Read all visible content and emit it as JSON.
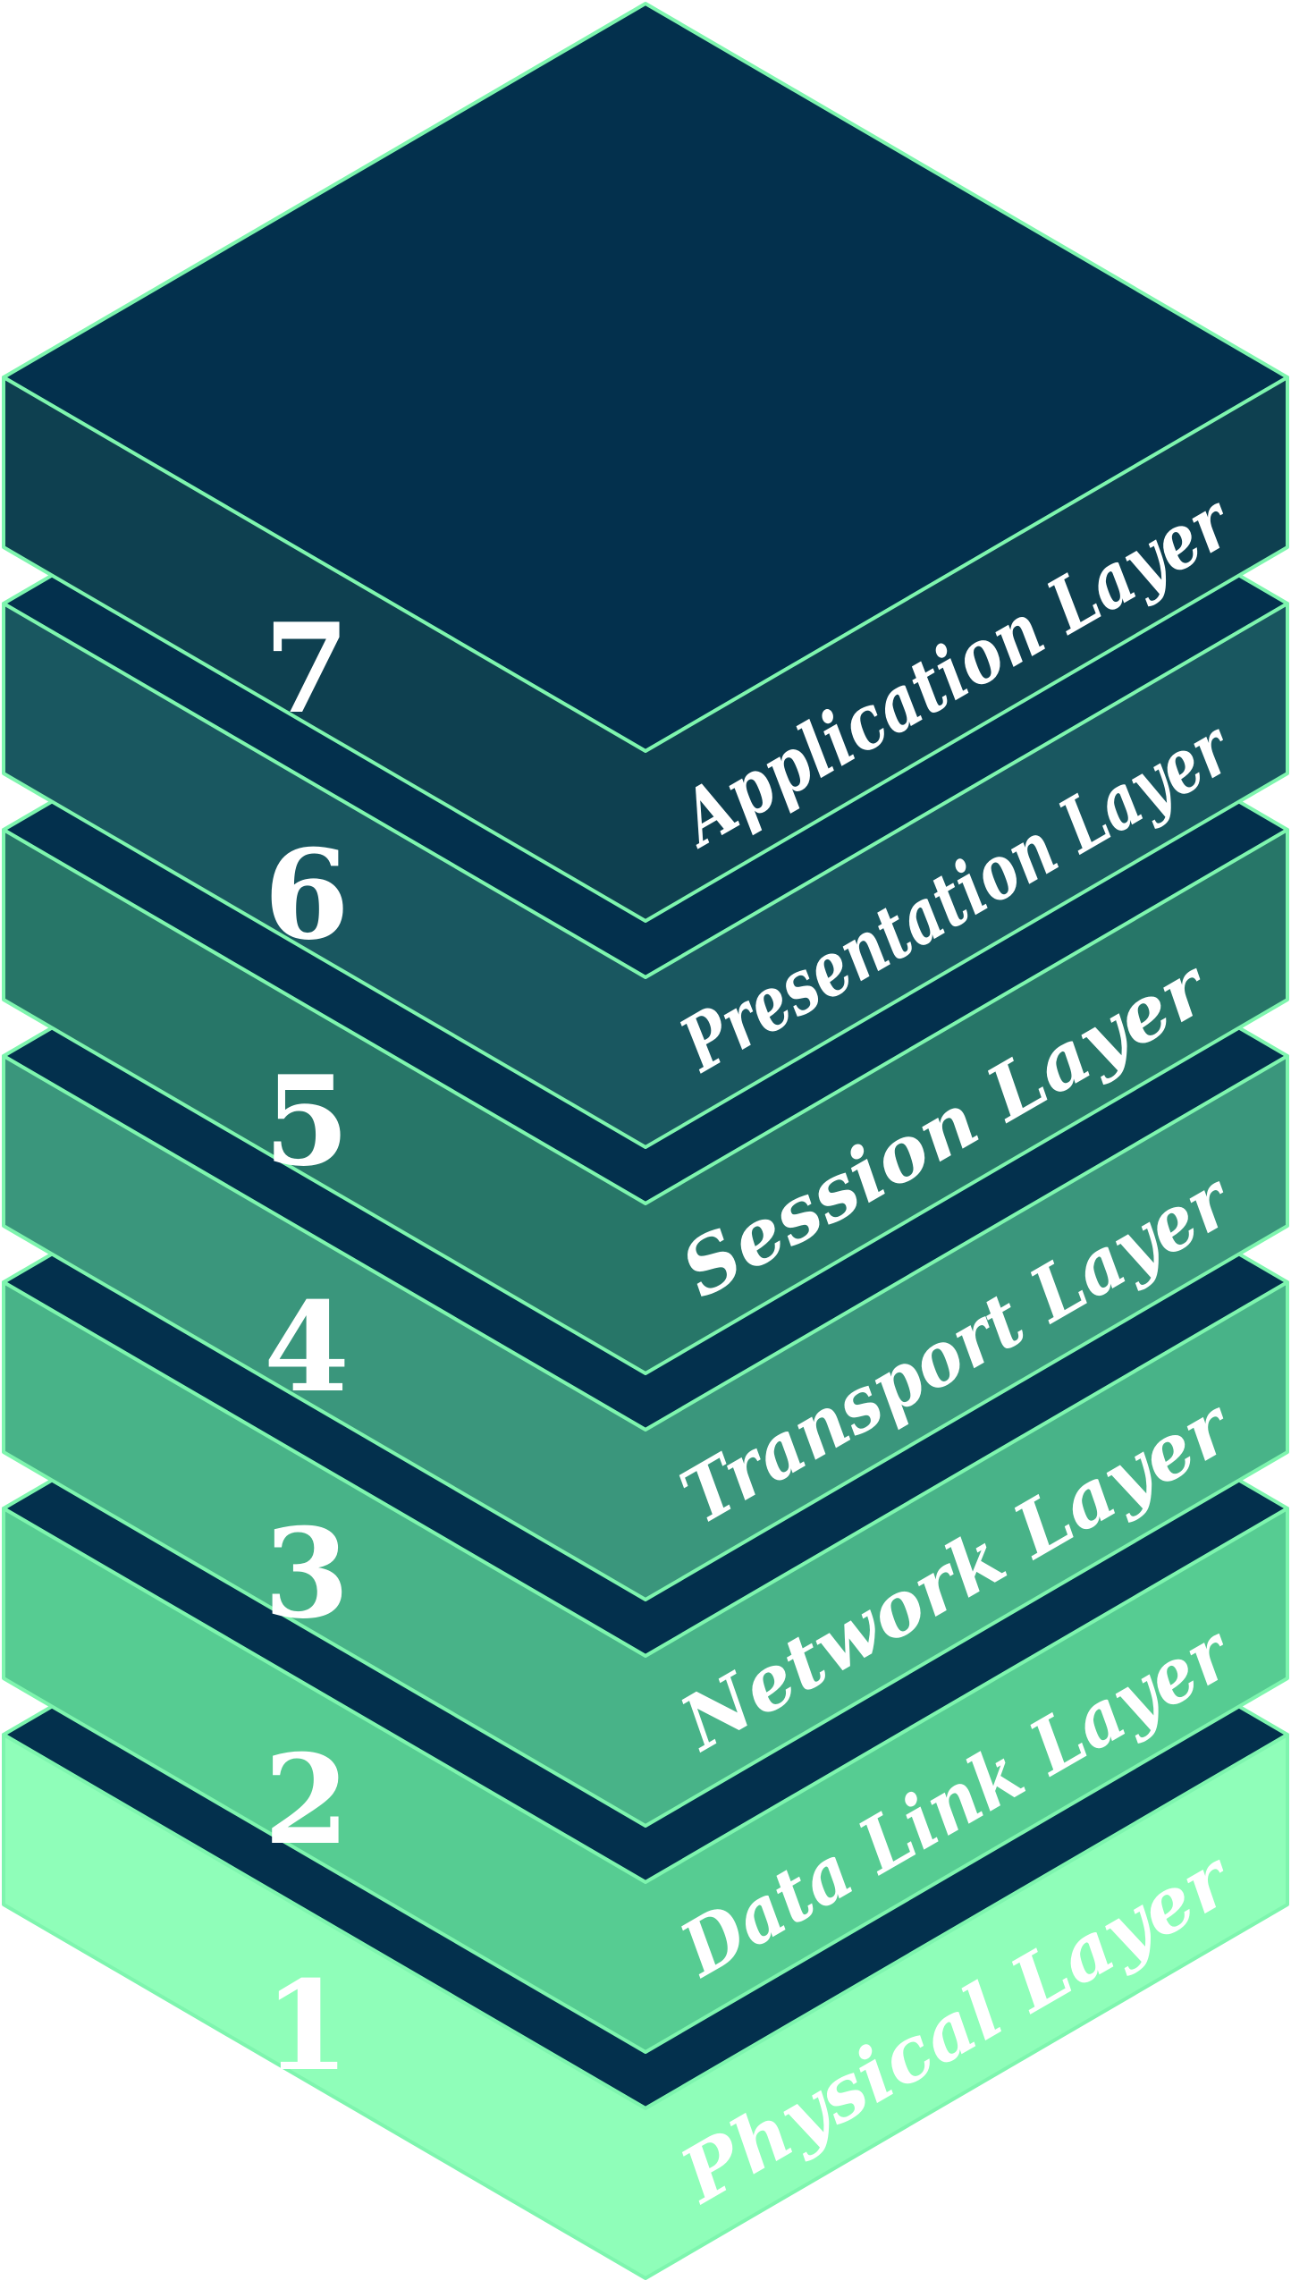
{
  "colors": {
    "top": "#03304D",
    "outline": "#7EF5AE",
    "text": "#FFFFFF"
  },
  "layers": [
    {
      "number": "7",
      "label": "Application Layer",
      "color": "#0E4050"
    },
    {
      "number": "6",
      "label": "Presentation Layer",
      "color": "#195760"
    },
    {
      "number": "5",
      "label": "Session Layer",
      "color": "#277668"
    },
    {
      "number": "4",
      "label": "Transport Layer",
      "color": "#3A967C"
    },
    {
      "number": "3",
      "label": "Network Layer",
      "color": "#48B388"
    },
    {
      "number": "2",
      "label": "Data Link Layer",
      "color": "#56CC92"
    },
    {
      "number": "1",
      "label": "Physical Layer",
      "color": "#8FFEB9"
    }
  ]
}
